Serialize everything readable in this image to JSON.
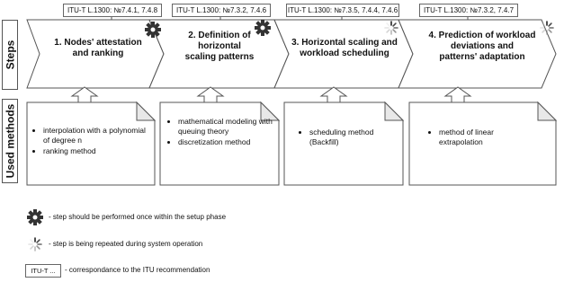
{
  "side_labels": {
    "steps": "Steps",
    "methods": "Used methods"
  },
  "steps": [
    {
      "itu": "ITU-T L.1300: №7.4.1, 7.4.8",
      "title": [
        "1. Nodes' attestation",
        "and ranking"
      ],
      "icon": "gear-icon"
    },
    {
      "itu": "ITU-T L.1300: №7.3.2, 7.4.6",
      "title": [
        "2. Definition of",
        "horizontal",
        "scaling patterns"
      ],
      "icon": "gear-icon"
    },
    {
      "itu": "ITU-T L.1300: №7.3.5, 7.4.4, 7.4.6",
      "title": [
        "3. Horizontal scaling and",
        "workload scheduling"
      ],
      "icon": "spinner-icon"
    },
    {
      "itu": "ITU-T L.1300: №7.3.2, 7.4.7",
      "title": [
        "4. Prediction of workload",
        "deviations and",
        "patterns' adaptation"
      ],
      "icon": "spinner-icon"
    }
  ],
  "methods": [
    {
      "items": [
        "interpolation with a polynomial of degree n",
        "ranking method"
      ]
    },
    {
      "items": [
        "mathematical modeling with queuing theory",
        "discretization method"
      ]
    },
    {
      "items": [
        "scheduling method (Backfill)"
      ]
    },
    {
      "items": [
        "method of linear extrapolation"
      ]
    }
  ],
  "legend": {
    "gear": "- step should be performed once within the setup phase",
    "spinner": "- step is being repeated during system operation",
    "itu_box": "ITU-T ...",
    "itu_text": "- correspondance to the ITU recommendation"
  }
}
